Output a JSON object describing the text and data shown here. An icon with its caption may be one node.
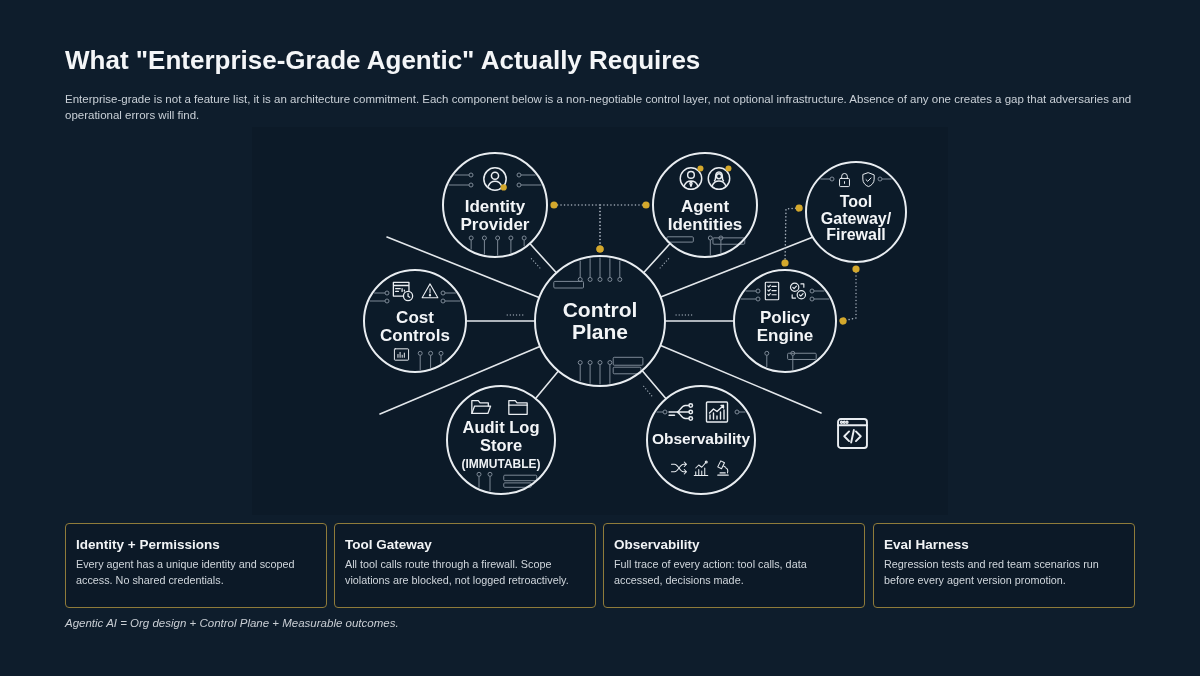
{
  "diagram": {
    "title": "What \"Enterprise-Grade Agentic\" Actually Requires",
    "caption": "Agentic AI = Org design + Control Plane + Measurable outcomes.",
    "nodes": [
      {
        "text": [
          "Identity Provider"
        ]
      },
      {
        "text": [
          "Agent Identities"
        ]
      },
      {
        "text": [
          "Tool Gateway/ Firewall"
        ]
      },
      {
        "text": [
          "Cost Controls"
        ]
      },
      {
        "text": [
          "Control Plane"
        ]
      },
      {
        "text": [
          "Policy Engine"
        ]
      },
      {
        "text": [
          "Audit Log Store",
          "(IMMUTABLE)"
        ]
      },
      {
        "text": [
          "Observability"
        ]
      },
      {
        "text": [
          "Identity + Permissions",
          "Every agent has a unique identity and scoped access. No shared credentials."
        ]
      },
      {
        "text": [
          "Tool Gateway",
          "All tool calls route through a firewall. Scope violations are blocked, not logged retroactively."
        ]
      },
      {
        "text": [
          "Observability",
          "Full trace of every action: tool calls, data accessed, decisions made."
        ]
      },
      {
        "text": [
          "Eval Harness",
          "Regression tests and red team scenarios run before every agent version promotion."
        ]
      }
    ],
    "edges": [
      {
        "from": 0,
        "to": 4,
        "arrow": "none"
      },
      {
        "from": 1,
        "to": 4,
        "arrow": "none"
      },
      {
        "from": 3,
        "to": 4,
        "arrow": "none"
      },
      {
        "from": 4,
        "to": 5,
        "arrow": "none"
      },
      {
        "from": 4,
        "to": 2,
        "arrow": "none"
      },
      {
        "from": 6,
        "to": 4,
        "arrow": "none"
      },
      {
        "from": 7,
        "to": 4,
        "arrow": "none"
      },
      {
        "from": null,
        "to": 4,
        "arrow": "none"
      },
      {
        "from": null,
        "to": 4,
        "arrow": "none"
      },
      {
        "from": 4,
        "to": null,
        "arrow": "none"
      },
      {
        "from": 0,
        "to": 4,
        "arrow": "other",
        "style": "dashed",
        "color": "#a3adb8"
      },
      {
        "from": 1,
        "to": 4,
        "arrow": "other",
        "style": "dashed",
        "color": "#a3adb8"
      },
      {
        "from": 2,
        "to": 5,
        "arrow": "other",
        "style": "dashed",
        "color": "#a3adb8"
      },
      {
        "from": 2,
        "to": 5,
        "arrow": "other",
        "style": "dashed",
        "color": "#a3adb8"
      }
    ],
    "labels": [
      "Enterprise-grade is not a feature list, it is an architecture commitment. Each component below is a non-negotiable control layer, not optional infrastructure. Absence of any one creates a gap that adversaries and operational errors will find."
    ]
  }
}
